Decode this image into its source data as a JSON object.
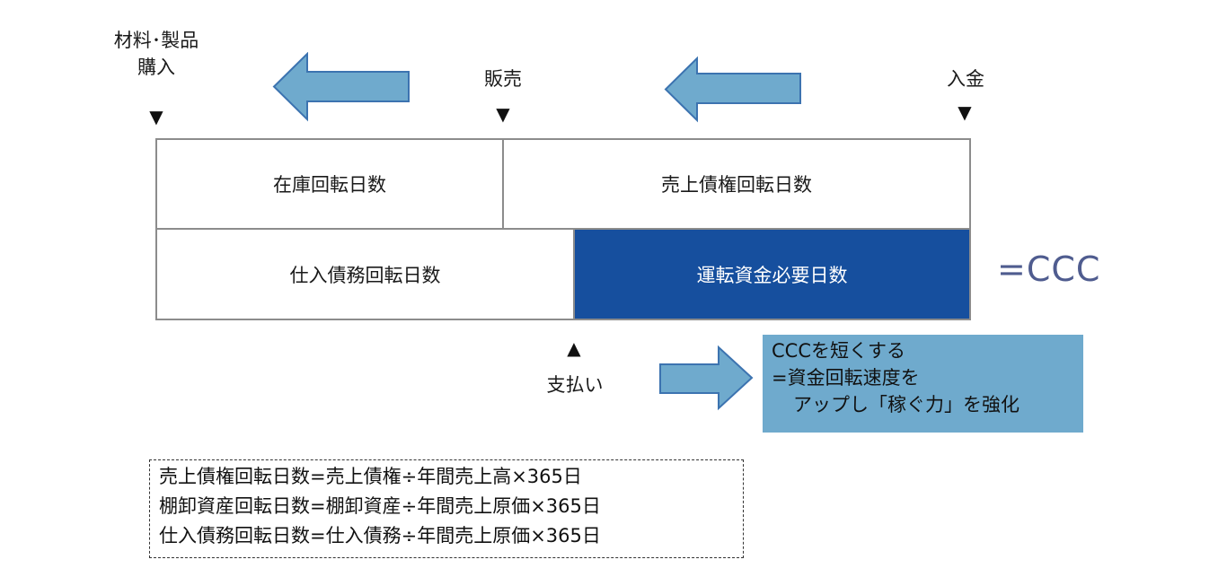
{
  "markers": {
    "purchase_line1": "材料･製品",
    "purchase_line2": "購入",
    "sale": "販売",
    "receipt": "入金",
    "payment": "支払い"
  },
  "cells": {
    "inventory_days": "在庫回転日数",
    "receivable_days": "売上債権回転日数",
    "payable_days": "仕入債務回転日数",
    "working_capital_days": "運転資金必要日数"
  },
  "ccc_equation": "=CCC",
  "callout": {
    "line1": "CCCを短くする",
    "line2": "=資金回転速度を",
    "line3": "アップし「稼ぐ力」を強化"
  },
  "formulas": [
    "売上債権回転日数=売上債権÷年間売上高×365日",
    "棚卸資産回転日数=棚卸資産÷年間売上原価×365日",
    "仕入債務回転日数=仕入債務÷年間売上原価×365日"
  ],
  "colors": {
    "arrow_fill": "#6faacd",
    "arrow_stroke": "#3c73b0",
    "dark_cell": "#164f9e",
    "ccc_text": "#4f5c8f",
    "cell_border": "#8c8c8c"
  }
}
